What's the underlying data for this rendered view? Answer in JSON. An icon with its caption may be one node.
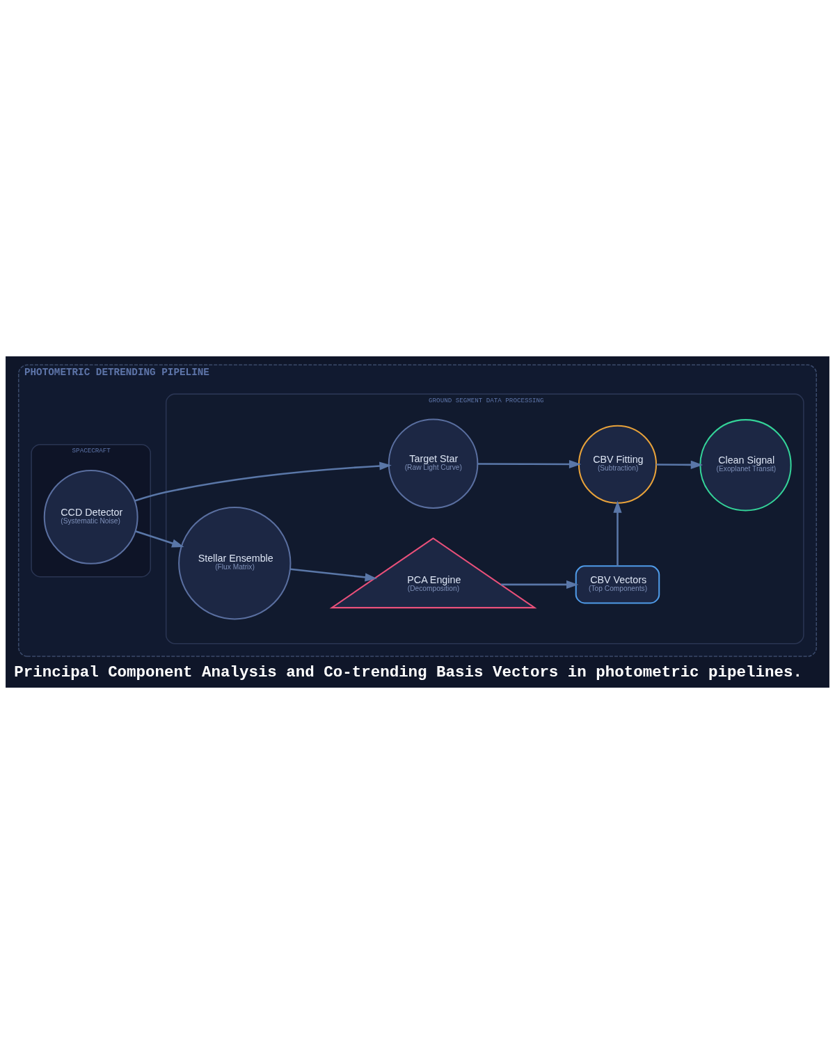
{
  "diagram": {
    "title": "Principal Component Analysis and Co-trending Basis Vectors in photometric pipelines.",
    "nodes": [
      {
        "text": [
          "PHOTOMETRIC DETRENDING PIPELINE"
        ]
      },
      {
        "text": [
          "SPACECRAFT"
        ],
        "in": 0
      },
      {
        "text": [
          "GROUND SEGMENT DATA PROCESSING"
        ],
        "in": 0
      },
      {
        "text": [
          "CCD Detector",
          "(Systematic Noise)"
        ],
        "in": 1
      },
      {
        "text": [
          "Target Star",
          "(Raw Light Curve)"
        ],
        "in": 2
      },
      {
        "text": [
          "CBV Fitting",
          "(Subtraction)"
        ],
        "in": 2
      },
      {
        "text": [
          "Clean Signal",
          "(Exoplanet Transit)"
        ],
        "in": 2
      },
      {
        "text": [
          "Stellar Ensemble",
          "(Flux Matrix)"
        ],
        "in": 2
      },
      {
        "text": [
          "PCA Engine",
          "(Decomposition)"
        ],
        "in": 2
      },
      {
        "text": [
          "CBV Vectors",
          "(Top Components)"
        ],
        "in": 2
      }
    ],
    "edges": [
      {
        "from": 3,
        "to": 4,
        "arrow": "to"
      },
      {
        "from": 3,
        "to": 7,
        "arrow": "to"
      },
      {
        "from": 4,
        "to": 5,
        "arrow": "to"
      },
      {
        "from": 5,
        "to": 6,
        "arrow": "to"
      },
      {
        "from": 7,
        "to": 8,
        "arrow": "to"
      },
      {
        "from": 8,
        "to": 9,
        "arrow": "to"
      },
      {
        "from": 9,
        "to": 5,
        "arrow": "to"
      }
    ]
  }
}
